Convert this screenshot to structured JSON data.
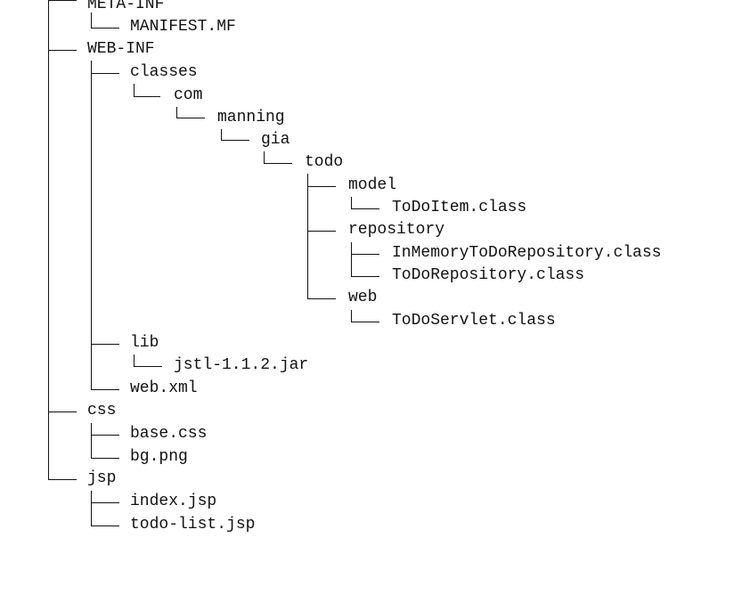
{
  "tree": {
    "entries": [
      {
        "id": "meta-inf",
        "label": "META-INF"
      },
      {
        "id": "manifest",
        "label": "MANIFEST.MF"
      },
      {
        "id": "web-inf",
        "label": "WEB-INF"
      },
      {
        "id": "classes",
        "label": "classes"
      },
      {
        "id": "com",
        "label": "com"
      },
      {
        "id": "manning",
        "label": "manning"
      },
      {
        "id": "gia",
        "label": "gia"
      },
      {
        "id": "todo",
        "label": "todo"
      },
      {
        "id": "model",
        "label": "model"
      },
      {
        "id": "todoitem",
        "label": "ToDoItem.class"
      },
      {
        "id": "repository",
        "label": "repository"
      },
      {
        "id": "inmemory",
        "label": "InMemoryToDoRepository.class"
      },
      {
        "id": "todorepo",
        "label": "ToDoRepository.class"
      },
      {
        "id": "web",
        "label": "web"
      },
      {
        "id": "todoservlet",
        "label": "ToDoServlet.class"
      },
      {
        "id": "lib",
        "label": "lib"
      },
      {
        "id": "jstl",
        "label": "jstl-1.1.2.jar"
      },
      {
        "id": "webxml",
        "label": "web.xml"
      },
      {
        "id": "css",
        "label": "css"
      },
      {
        "id": "basecss",
        "label": "base.css"
      },
      {
        "id": "bgpng",
        "label": "bg.png"
      },
      {
        "id": "jsp",
        "label": "jsp"
      },
      {
        "id": "indexjsp",
        "label": "index.jsp"
      },
      {
        "id": "todolistjsp",
        "label": "todo-list.jsp"
      }
    ]
  }
}
